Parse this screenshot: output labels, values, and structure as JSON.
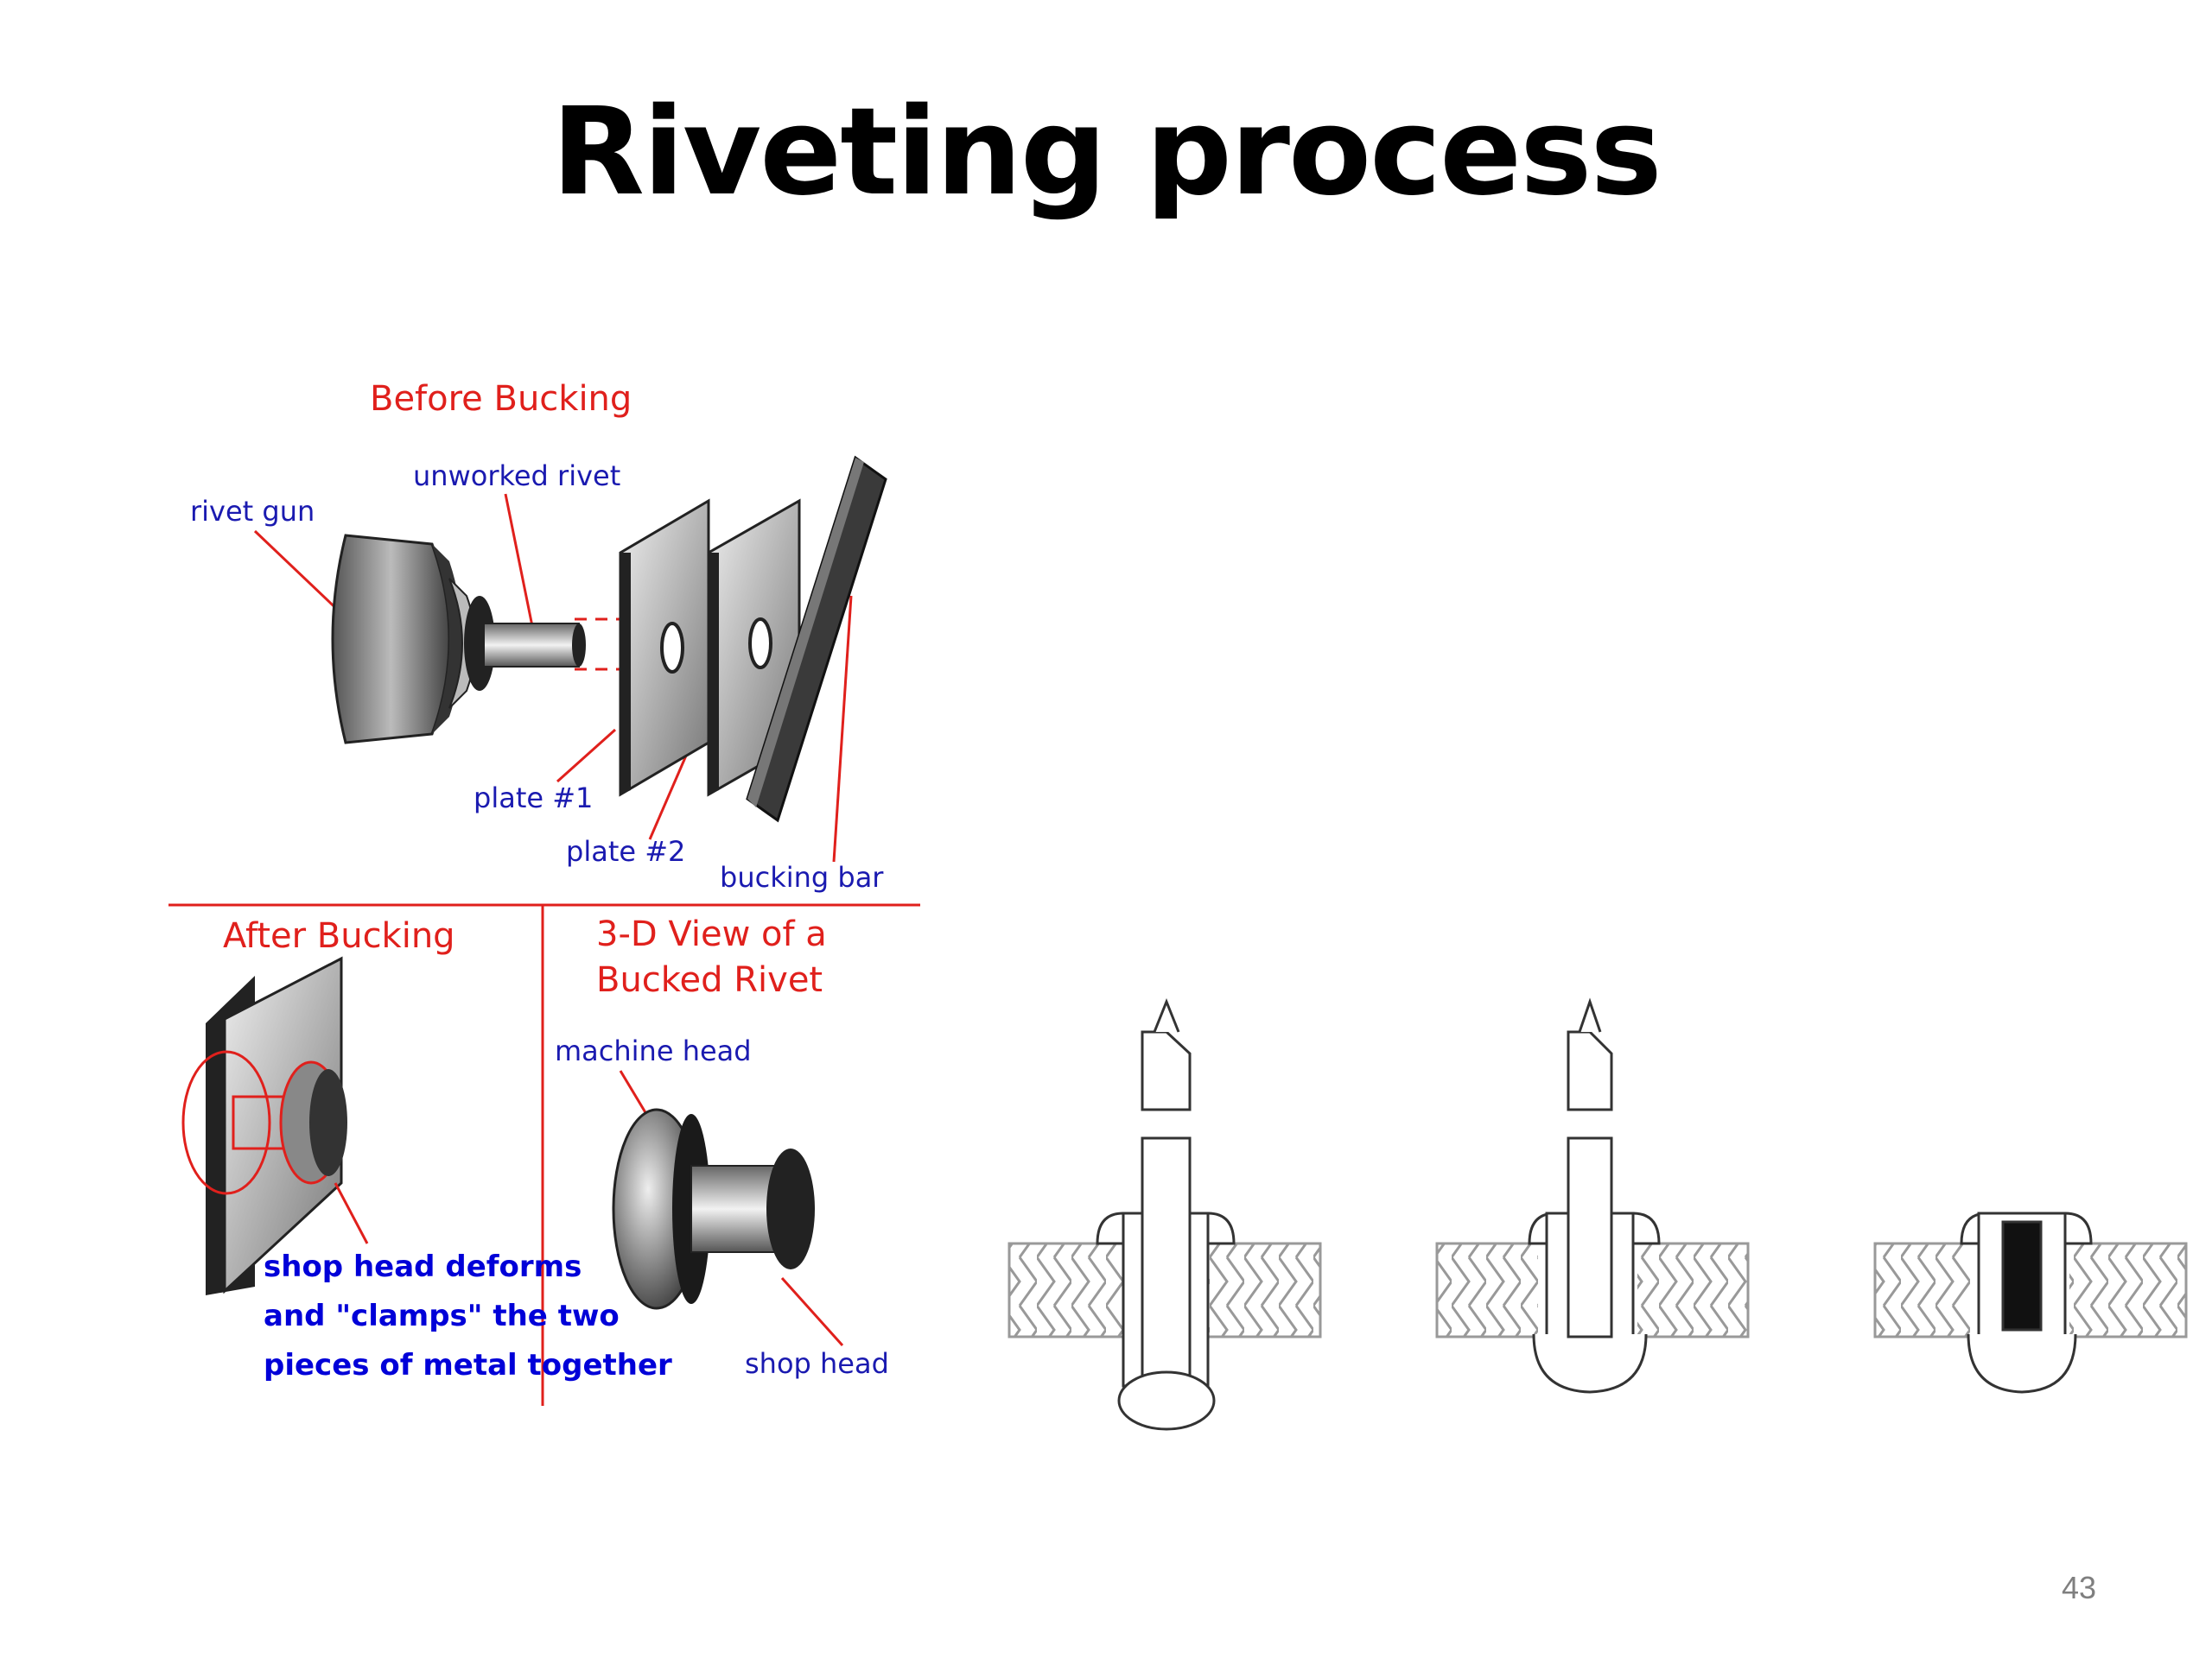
{
  "slide": {
    "title": "Riveting process",
    "page_number": "43"
  },
  "bucking_diagram": {
    "before_title": "Before Bucking",
    "labels": {
      "rivet_gun": "rivet gun",
      "unworked_rivet": "unworked rivet",
      "plate1": "plate #1",
      "plate2": "plate #2",
      "bucking_bar": "bucking bar"
    },
    "after_title": "After Bucking",
    "after_caption": [
      "shop head deforms",
      "and \"clamps\" the two",
      "pieces of metal together"
    ],
    "view3d_title": [
      "3-D View of a",
      "Bucked Rivet"
    ],
    "view3d_labels": {
      "machine_head": "machine head",
      "shop_head": "shop head"
    }
  },
  "colors": {
    "label_red": "#e0201c",
    "label_blue": "#1a1ab0",
    "caption_blue": "#0000d8",
    "title_black": "#000000",
    "page_number_gray": "#7f7f7f"
  }
}
